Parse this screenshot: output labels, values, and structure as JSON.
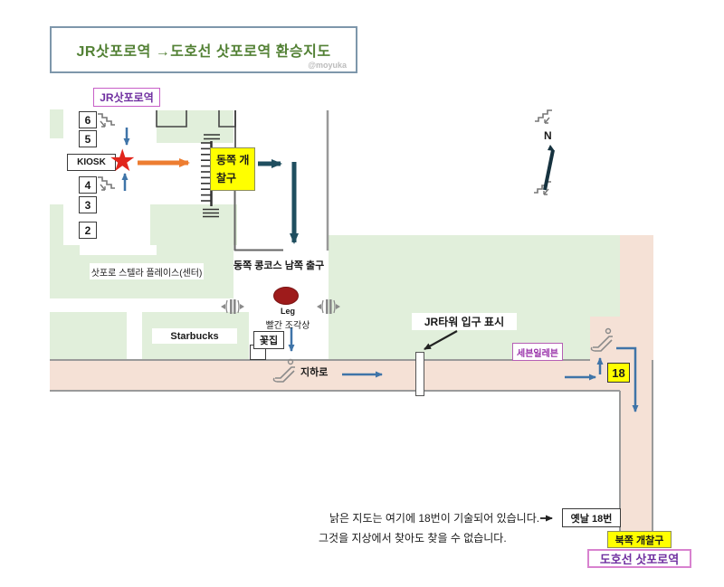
{
  "title": {
    "text": "JR삿포로역 →도호선 삿포로역 환승지도",
    "watermark": "@moyuka"
  },
  "stations": {
    "jr": "JR삿포로역",
    "toho": "도호선 삿포로역"
  },
  "platforms": [
    "6",
    "5",
    "4",
    "3",
    "2"
  ],
  "labels": {
    "kiosk": "KIOSK",
    "east_gate": "동쪽 개찰구",
    "east_concourse_exit": "동쪽 콩코스 남쪽 출구",
    "stella_place": "삿포로 스텔라 플레이스(센터)",
    "starbucks": "Starbucks",
    "flower_shop": "꽃집",
    "sculpture_en": "Leg",
    "sculpture_ko": "빨간 조각상",
    "underground": "지하로",
    "jr_tower_sign": "JR타워 입구 표시",
    "seven_eleven": "세븐일레븐",
    "exit_18": "18",
    "old_18": "옛날 18번",
    "north_gate": "북쪽 개찰구",
    "compass_north": "N"
  },
  "note": {
    "line1": "낡은 지도는 여기에 18번이 기술되어 있습니다.",
    "line2": "그것을 지상에서 찾아도 찾을 수 없습니다."
  },
  "icons": {
    "star": "★"
  },
  "colors": {
    "title_green": "#538135",
    "purple_text": "#7030a0",
    "badge_border_pink": "#c75fc7",
    "map_green": "#e1efdb",
    "corridor_pink": "#f5e1d6",
    "gate_yellow": "#ffff00",
    "star_red": "#e1251b",
    "sculpture_red": "#9e1b1b",
    "route_navy": "#1f4e5f",
    "route_blue": "#3f74a8",
    "route_orange": "#ed7d31"
  }
}
